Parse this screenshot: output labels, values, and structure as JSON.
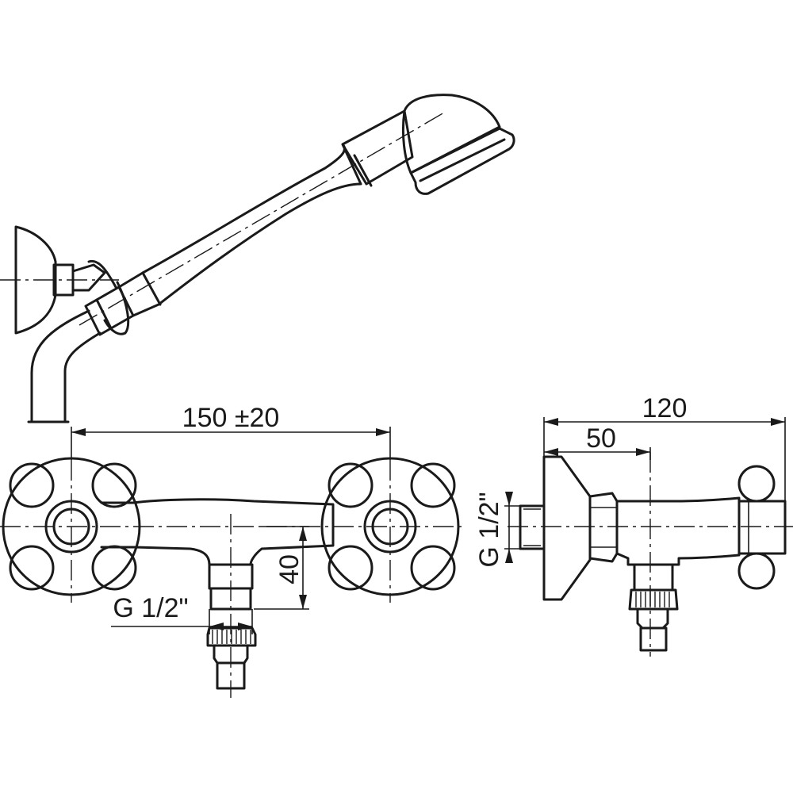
{
  "dimensions": {
    "center_distance": "150 ±20",
    "height_to_inlet": "40",
    "front_thread": "G 1/2\"",
    "total_depth": "120",
    "depth_to_outlet": "50",
    "side_thread": "G 1/2\""
  }
}
